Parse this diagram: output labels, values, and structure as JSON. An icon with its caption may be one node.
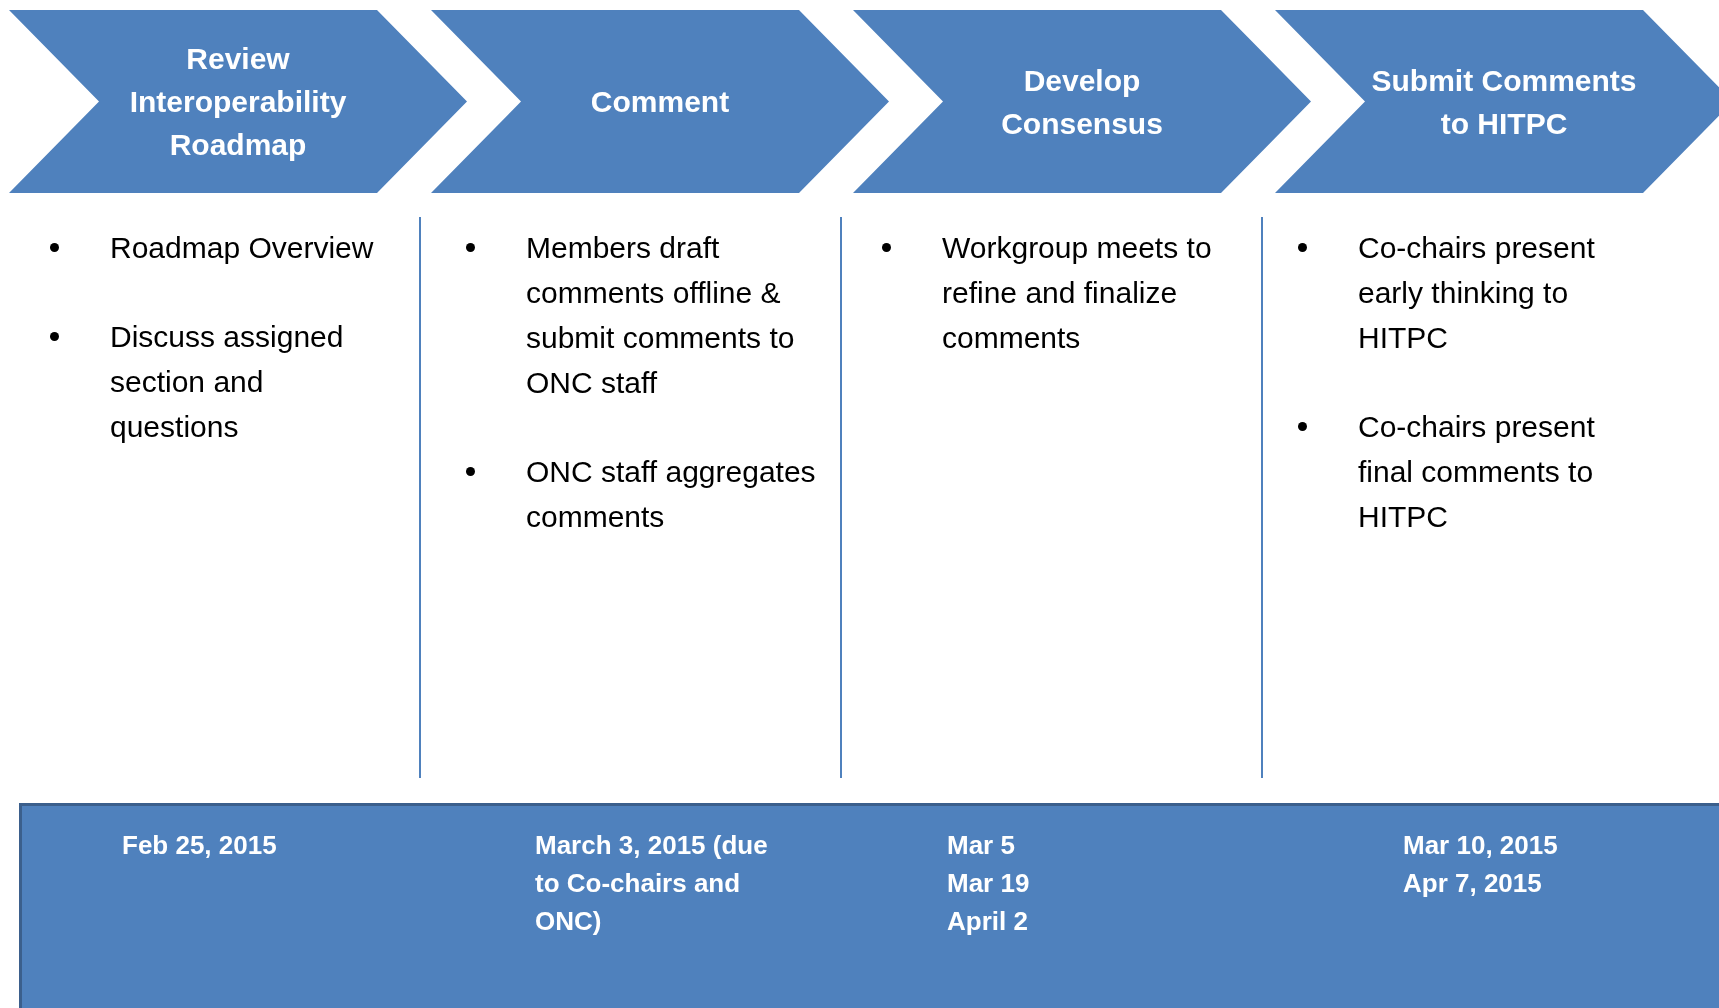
{
  "diagram": {
    "nodes": [
      {
        "text": [
          "Review Interoperability Roadmap"
        ],
        "beside": [
          "Roadmap Overview",
          "Discuss assigned section and questions"
        ]
      },
      {
        "text": [
          "Comment"
        ],
        "beside": [
          "Members draft comments offline & submit comments to ONC staff",
          "ONC staff aggregates comments"
        ]
      },
      {
        "text": [
          "Develop Consensus"
        ],
        "beside": [
          "Workgroup meets to refine and finalize comments"
        ]
      },
      {
        "text": [
          "Submit Comments to HITPC"
        ],
        "beside": [
          "Co-chairs present early thinking to HITPC",
          "Co-chairs present final comments to HITPC"
        ]
      },
      {
        "text": [
          "Feb 25, 2015",
          "March 3, 2015 (due to Co-chairs and ONC)",
          "Mar 5",
          "Mar 19",
          "April 2",
          "Mar 10, 2015",
          "Apr 7, 2015"
        ]
      }
    ],
    "edges": []
  }
}
